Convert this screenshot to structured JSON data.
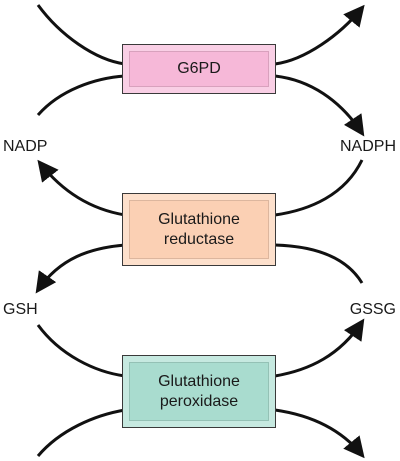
{
  "enzymes": {
    "g6pd": "G6PD",
    "glutathione_reductase": "Glutathione\nreductase",
    "glutathione_peroxidase": "Glutathione\nperoxidase"
  },
  "metabolites": {
    "nadp": "NADP",
    "nadph": "NADPH",
    "gsh": "GSH",
    "gssg": "GSSG"
  },
  "colors": {
    "g6pd_box": "#f6b8d8",
    "reductase_box": "#fbd0b4",
    "peroxidase_box": "#a9dccf",
    "arrow": "#111111"
  }
}
